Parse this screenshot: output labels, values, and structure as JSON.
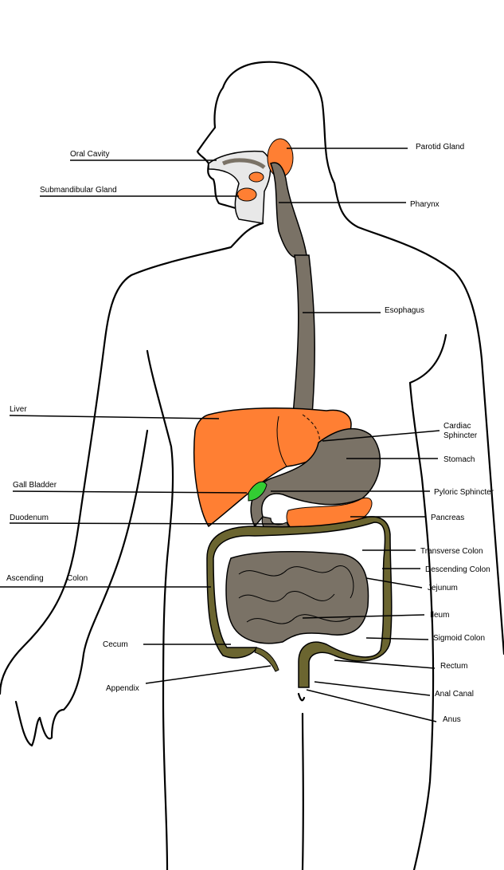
{
  "colors": {
    "liver": "#FF7F33",
    "glands": "#FF7F33",
    "digestive_tract": "#7A7266",
    "colon": "#6B6530",
    "gall_bladder": "#33CC33",
    "outline": "#000000"
  },
  "labels": {
    "oral_cavity": "Oral Cavity",
    "submandibular_gland": "Submandibular Gland",
    "parotid_gland": "Parotid Gland",
    "pharynx": "Pharynx",
    "esophagus": "Esophagus",
    "liver": "Liver",
    "cardiac_sphincter_1": "Cardiac",
    "cardiac_sphincter_2": "Sphincter",
    "stomach": "Stomach",
    "gall_bladder": "Gall Bladder",
    "pyloric_sphincter": "Pyloric Sphincter",
    "duodenum": "Duodenum",
    "pancreas": "Pancreas",
    "transverse_colon": "Transverse Colon",
    "descending_colon": "Descending Colon",
    "ascending_colon_1": "Ascending",
    "ascending_colon_2": "Colon",
    "jejunum": "Jejunum",
    "ileum": "Ileum",
    "sigmoid_colon": "Sigmoid Colon",
    "cecum": "Cecum",
    "rectum": "Rectum",
    "appendix": "Appendix",
    "anal_canal": "Anal Canal",
    "anus": "Anus"
  }
}
